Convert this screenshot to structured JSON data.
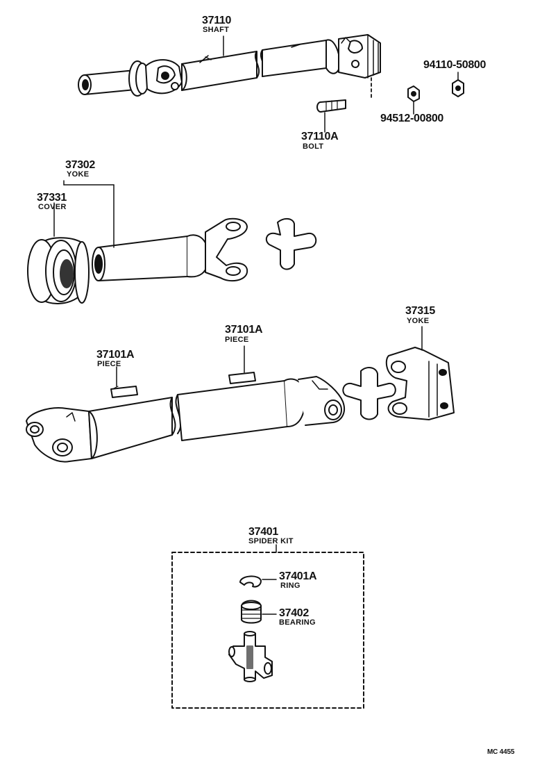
{
  "figure_code": "MC 4455",
  "parts": {
    "shaft": {
      "number": "37110",
      "name": "SHAFT"
    },
    "bolt": {
      "number": "37110A",
      "name": "BOLT"
    },
    "nut": {
      "number": "94110-50800"
    },
    "washer": {
      "number": "94512-00800"
    },
    "yoke_sleeve": {
      "number": "37302",
      "name": "YOKE"
    },
    "cover": {
      "number": "37331",
      "name": "COVER"
    },
    "piece_left": {
      "number": "37101A",
      "name": "PIECE"
    },
    "piece_right": {
      "number": "37101A",
      "name": "PIECE"
    },
    "yoke_flange": {
      "number": "37315",
      "name": "YOKE"
    },
    "spider_kit": {
      "number": "37401",
      "name": "SPIDER KIT"
    },
    "ring": {
      "number": "37401A",
      "name": "RING"
    },
    "bearing": {
      "number": "37402",
      "name": "BEARING"
    }
  }
}
